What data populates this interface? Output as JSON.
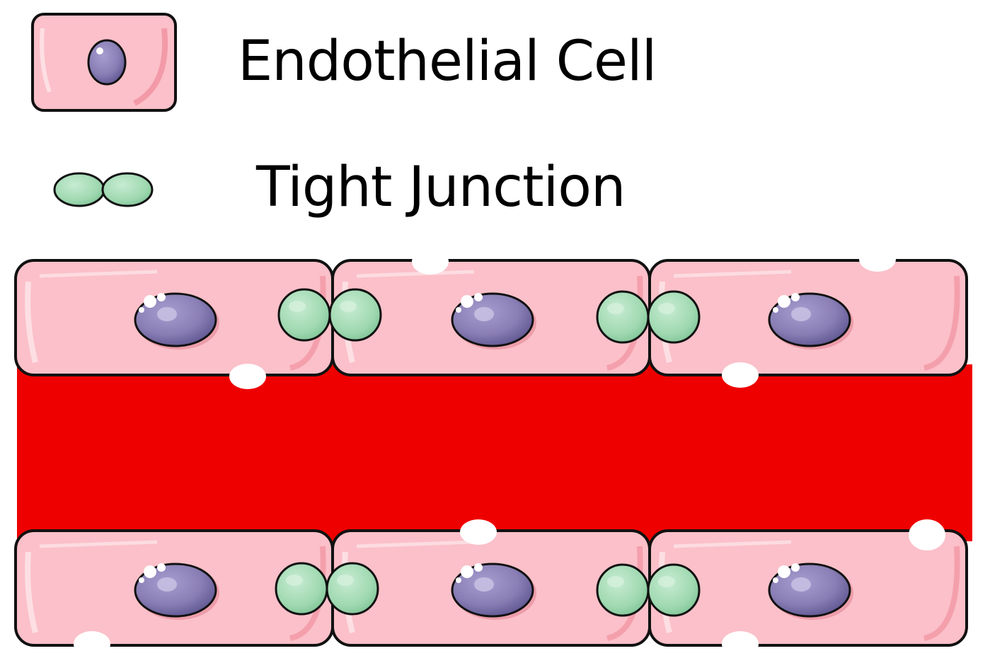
{
  "legend": {
    "items": [
      {
        "key": "endothelial_cell",
        "label": "Endothelial Cell"
      },
      {
        "key": "tight_junction",
        "label": "Tight Junction"
      }
    ]
  },
  "colors": {
    "cell_fill": "#fbc0c9",
    "cell_shadow": "#f08a9a",
    "cell_highlight": "#fde2e6",
    "nucleus_fill": "#8a7fb5",
    "nucleus_dark": "#5e5591",
    "nucleus_highlight": "#c9c2e3",
    "junction_fill": "#9fd8b0",
    "junction_highlight": "#d4f0dc",
    "lumen": "#ee0000",
    "outline": "#111111"
  },
  "vessel": {
    "top_row_cells": 3,
    "bottom_row_cells": 3,
    "top_row_junctions": 2,
    "bottom_row_junctions": 2
  }
}
